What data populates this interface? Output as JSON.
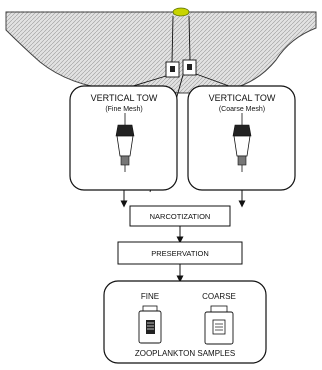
{
  "tows": {
    "left": {
      "title": "VERTICAL TOW",
      "subtitle": "(Fine Mesh)"
    },
    "right": {
      "title": "VERTICAL TOW",
      "subtitle": "(Coarse Mesh)"
    }
  },
  "steps": {
    "narcotization": "NARCOTIZATION",
    "preservation": "PRESERVATION"
  },
  "samples": {
    "fine": "FINE",
    "coarse": "COARSE",
    "caption": "ZOOPLANKTON SAMPLES"
  },
  "colors": {
    "water_fill": "#d8d8d8",
    "float_marker": "#c8d400",
    "line": "#111111"
  }
}
